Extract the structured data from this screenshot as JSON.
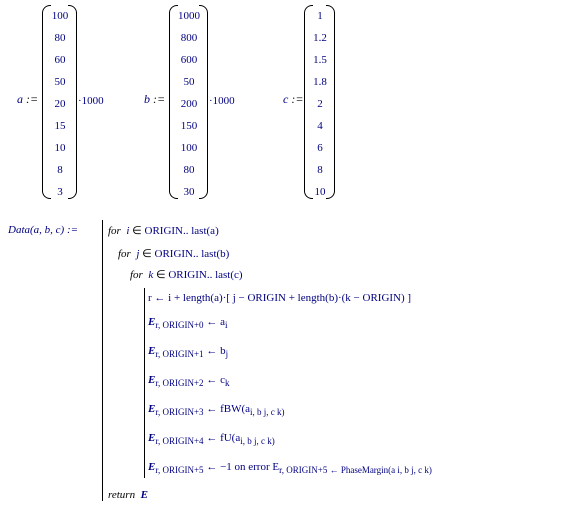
{
  "vectors": [
    {
      "name": "a",
      "assign": ":=",
      "values": [
        "100",
        "80",
        "60",
        "50",
        "20",
        "15",
        "10",
        "8",
        "3"
      ],
      "multiplier": "·1000"
    },
    {
      "name": "b",
      "assign": ":=",
      "values": [
        "1000",
        "800",
        "600",
        "50",
        "200",
        "150",
        "100",
        "80",
        "30"
      ],
      "multiplier": "·1000"
    },
    {
      "name": "c",
      "assign": ":=",
      "values": [
        "1",
        "1.2",
        "1.5",
        "1.8",
        "2",
        "4",
        "6",
        "8",
        "10"
      ],
      "multiplier": ""
    }
  ],
  "program": {
    "signature": "Data(a, b, c) :=",
    "for_i": {
      "kw": "for",
      "var": "i",
      "in": "∈",
      "range": "ORIGIN.. last(a)"
    },
    "for_j": {
      "kw": "for",
      "var": "j",
      "in": "∈",
      "range": "ORIGIN.. last(b)"
    },
    "for_k": {
      "kw": "for",
      "var": "k",
      "in": "∈",
      "range": "ORIGIN.. last(c)"
    },
    "r_line": "r ← i + length(a)·[ j − ORIGIN + length(b)·(k − ORIGIN) ]",
    "assignments": [
      {
        "lhs": "E",
        "idx": "r, ORIGIN+0",
        "rhs": "← a",
        "rhs_sub": "i"
      },
      {
        "lhs": "E",
        "idx": "r, ORIGIN+1",
        "rhs": "← b",
        "rhs_sub": "j"
      },
      {
        "lhs": "E",
        "idx": "r, ORIGIN+2",
        "rhs": "← c",
        "rhs_sub": "k"
      },
      {
        "lhs": "E",
        "idx": "r, ORIGIN+3",
        "rhs": "← fBW(a",
        "rhs_sub": "i, b j, c k)"
      },
      {
        "lhs": "E",
        "idx": "r, ORIGIN+4",
        "rhs": "← fU(a",
        "rhs_sub": "i, b j, c k)"
      },
      {
        "lhs": "E",
        "idx": "r, ORIGIN+5",
        "rhs": "← −1   on error E",
        "rhs_sub": "r, ORIGIN+5 ← PhaseMargin(a i, b j, c k)"
      }
    ],
    "return_kw": "return",
    "return_val": "E"
  }
}
